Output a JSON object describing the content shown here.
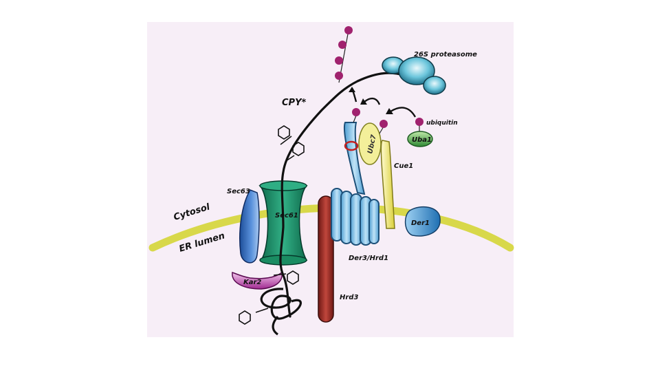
{
  "labels": {
    "proteasome": "26S proteasome",
    "cpy": "CPY*",
    "ubiquitin": "ubiquitin",
    "uba1": "Uba1",
    "ubc7": "Ubc7",
    "cue1": "Cue1",
    "sec63": "Sec63",
    "sec61": "Sec61",
    "cytosol": "Cytosol",
    "er_lumen": "ER lumen",
    "der1": "Der1",
    "der3_hrd1": "Der3/Hrd1",
    "kar2": "Kar2",
    "hrd3": "Hrd3"
  },
  "colors": {
    "panel_bg": "#f7eef7",
    "membrane": "#d8d84a",
    "ubiquitin": "#a0226e",
    "sec61": "#1f8f6a",
    "sec63": "#3a6fc0",
    "kar2": "#c04aa8",
    "hrd3": "#9a2a25",
    "hrd1": "#7ec2ea",
    "ubc7": "#f3ef9a",
    "cue1": "#f2ec80",
    "der1": "#3d8cce",
    "uba1": "#4caa4c",
    "proteasome": "#4fb0cc"
  }
}
